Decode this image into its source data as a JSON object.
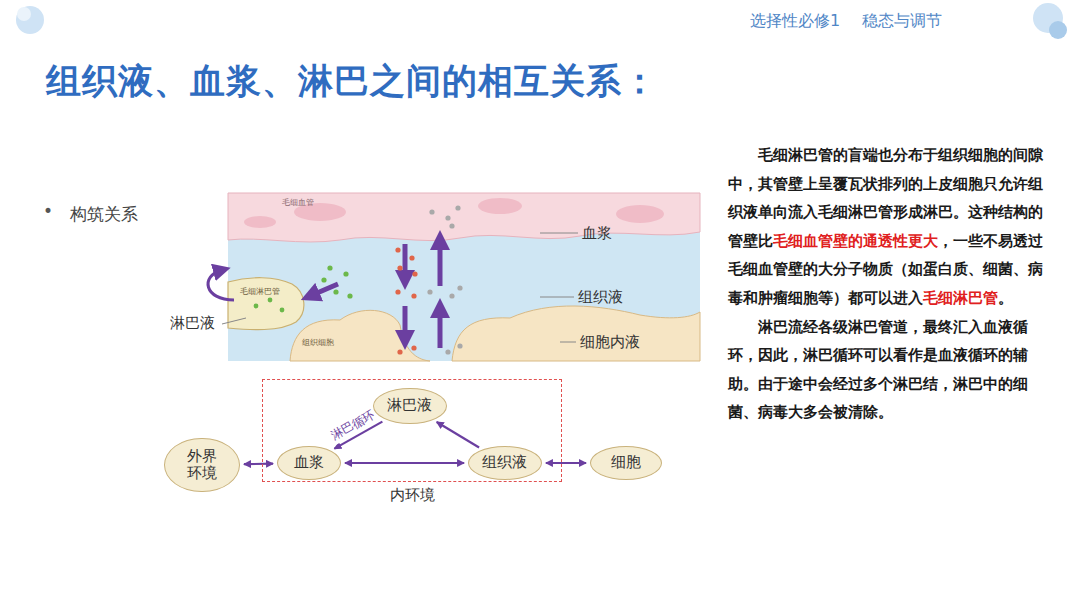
{
  "diagram": {
    "title": "组织液、血浆、淋巴之间的相互关系：",
    "nodes": [
      {
        "text": [
          "外界环境"
        ]
      },
      {
        "text": [
          "内环境"
        ]
      },
      {
        "text": [
          "淋巴液"
        ],
        "in": 1
      },
      {
        "text": [
          "血浆"
        ],
        "in": 1
      },
      {
        "text": [
          "组织液"
        ],
        "in": 1
      },
      {
        "text": [
          "细胞"
        ]
      }
    ],
    "edges": [
      {
        "from": 0,
        "to": 3,
        "arrow": "both"
      },
      {
        "from": 3,
        "to": 4,
        "arrow": "both"
      },
      {
        "from": 4,
        "to": 2,
        "arrow": "to"
      },
      {
        "from": 2,
        "to": 3,
        "label": "淋巴循环",
        "arrow": "to"
      },
      {
        "from": 4,
        "to": 5,
        "arrow": "both"
      }
    ],
    "labels": [
      "选择性必修1",
      "稳态与调节",
      "•",
      "构筑关系",
      "毛细血管",
      "毛细淋巴管",
      "组织细胞",
      "淋巴液",
      "血浆",
      "组织液",
      "细胞内液",
      "毛细淋巴管的盲端也分布于组织细胞的间隙中，其管壁上呈覆瓦状排列的上皮细胞只允许组织液单向流入毛细淋巴管形成淋巴。这种结构的管壁比",
      "毛细血管壁的通透性更大",
      "，一些不易透过毛细血管壁的大分子物质（如蛋白质、细菌、病毒和肿瘤细胞等）都可以进入",
      "毛细淋巴管",
      "。",
      "淋巴流经各级淋巴管道，最终汇入血液循环，因此，淋巴循环可以看作是血液循环的辅助。由于途中会经过多个淋巴结，淋巴中的细菌、病毒大多会被清除。"
    ]
  }
}
